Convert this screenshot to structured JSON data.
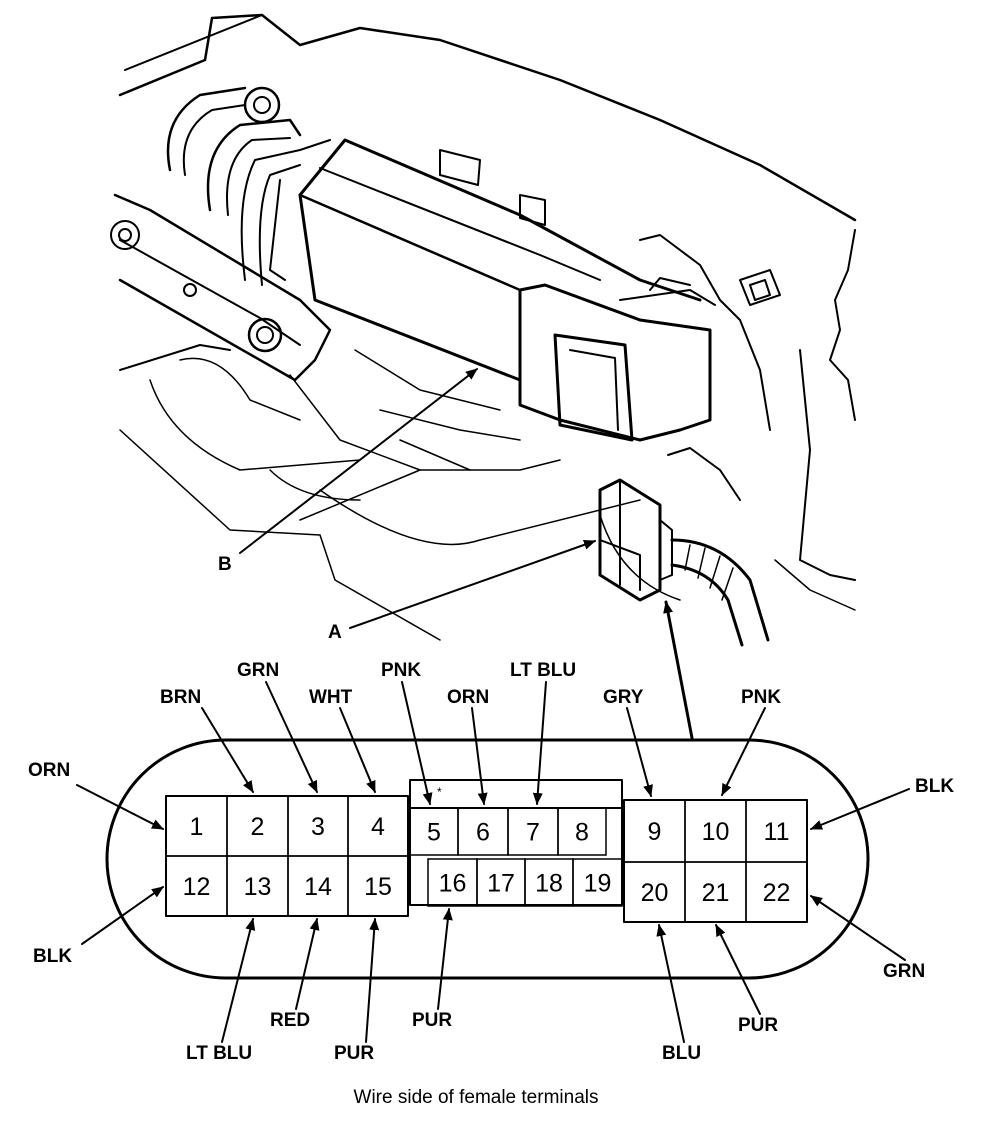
{
  "callouts": {
    "a": "A",
    "b": "B"
  },
  "caption": "Wire side of female terminals",
  "terminals": [
    "1",
    "2",
    "3",
    "4",
    "5",
    "6",
    "7",
    "8",
    "9",
    "10",
    "11",
    "12",
    "13",
    "14",
    "15",
    "16",
    "17",
    "18",
    "19",
    "20",
    "21",
    "22"
  ],
  "wire_labels": {
    "t1": "ORN",
    "t2": "BRN",
    "t3": "GRN",
    "t4": "WHT",
    "t5": "PNK",
    "t6": "ORN",
    "t7": "LT BLU",
    "t9": "GRY",
    "t10": "PNK",
    "t11": "BLK",
    "t12": "BLK",
    "t13": "LT BLU",
    "t14": "RED",
    "t15": "PUR",
    "t16": "PUR",
    "t20": "BLU",
    "t21": "PUR",
    "t22": "GRN"
  }
}
